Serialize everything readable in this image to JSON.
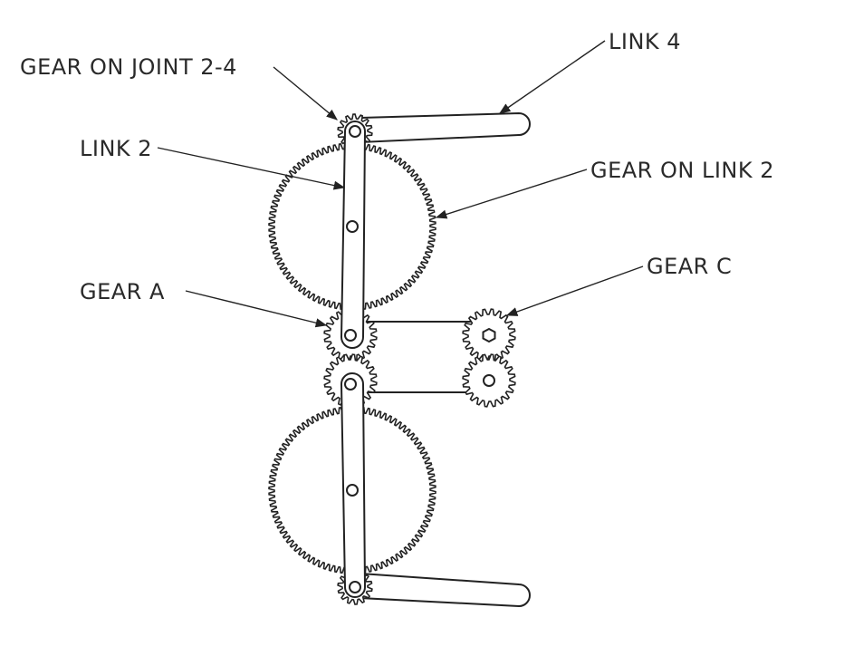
{
  "labels": {
    "gear_on_joint": "GEAR ON JOINT 2-4",
    "link4": "LINK 4",
    "link2": "LINK 2",
    "gear_on_link2": "GEAR ON LINK 2",
    "gear_a": "GEAR A",
    "gear_c": "GEAR C"
  }
}
